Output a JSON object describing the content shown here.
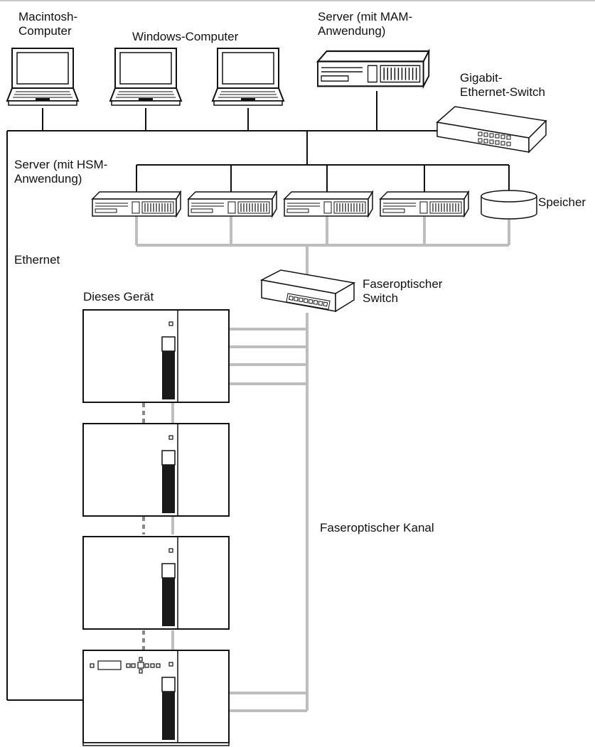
{
  "labels": {
    "mac_line1": "Macintosh-",
    "mac_line2": "Computer",
    "windows": "Windows-Computer",
    "mam_line1": "Server (mit MAM-",
    "mam_line2": "Anwendung)",
    "gigabit_line1": "Gigabit-",
    "gigabit_line2": "Ethernet-Switch",
    "hsm_line1": "Server (mit HSM-",
    "hsm_line2": "Anwendung)",
    "storage": "Speicher",
    "ethernet": "Ethernet",
    "fiber_switch_line1": "Faseroptischer",
    "fiber_switch_line2": "Switch",
    "device": "Dieses Gerät",
    "fiber_channel": "Faseroptischer Kanal"
  },
  "colors": {
    "ethernet_line": "#111111",
    "fiber_line": "#bdbdbd",
    "device_outline": "#111111"
  },
  "icons": [
    "laptop-icon",
    "rack-server-icon",
    "network-switch-icon",
    "storage-disk-icon",
    "fiber-switch-icon",
    "library-unit-icon"
  ]
}
